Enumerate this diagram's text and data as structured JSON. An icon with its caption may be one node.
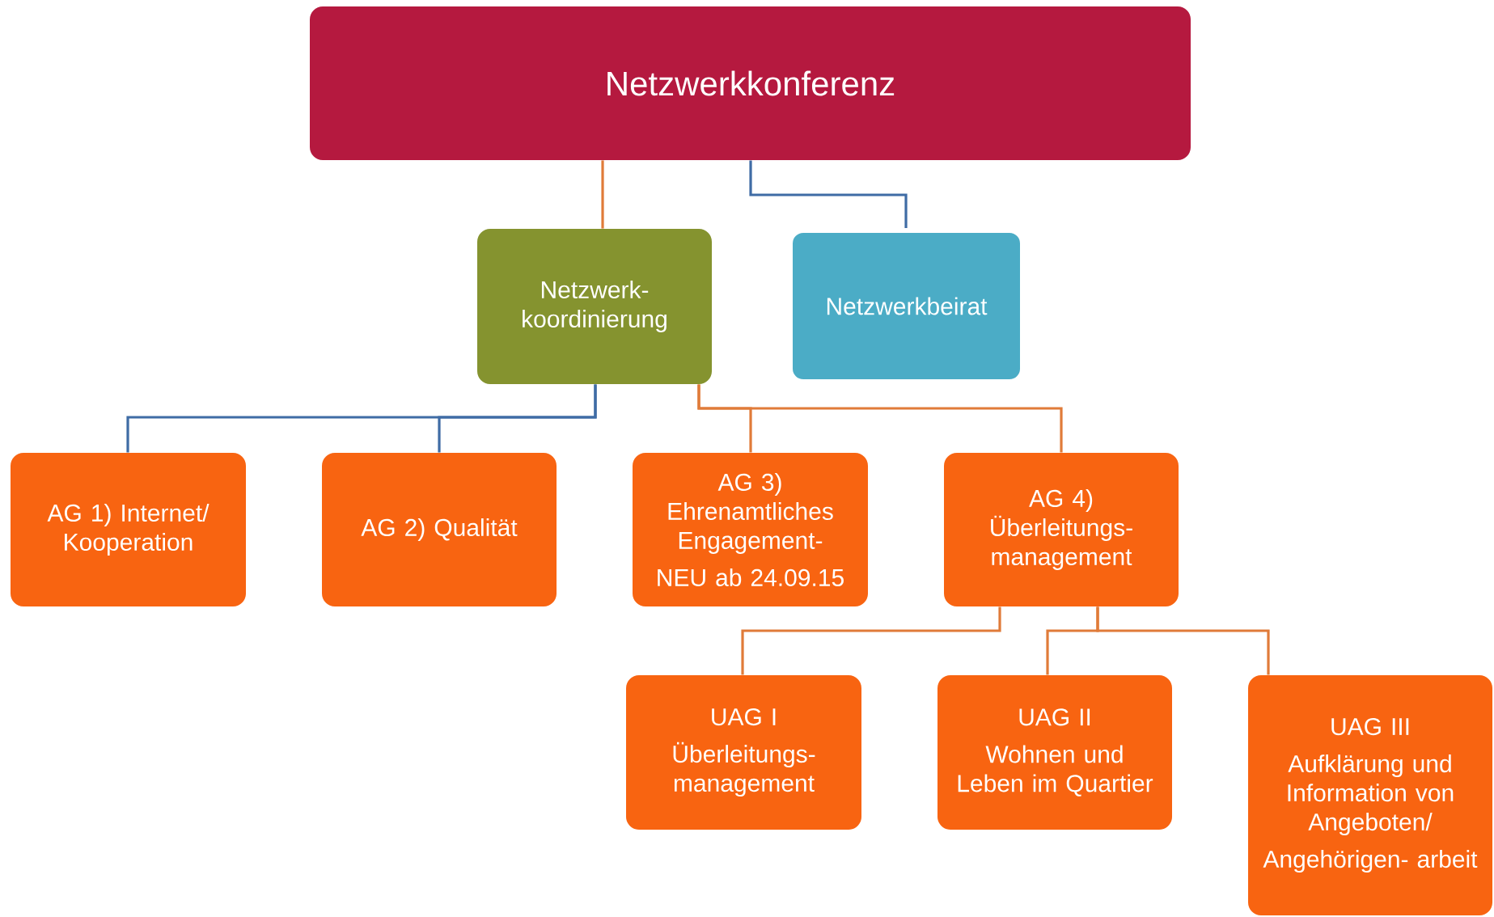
{
  "diagram": {
    "nodes": [
      {
        "text": [
          "Netzwerkkonferenz"
        ]
      },
      {
        "text": [
          "Netzwerk- koordinierung"
        ]
      },
      {
        "text": [
          "Netzwerkbeirat"
        ]
      },
      {
        "text": [
          "AG 1) Internet/ Kooperation"
        ]
      },
      {
        "text": [
          "AG 2) Qualität"
        ]
      },
      {
        "text": [
          "AG 3) Ehrenamtliches Engagement-",
          "NEU ab 24.09.15"
        ]
      },
      {
        "text": [
          "AG 4) Überleitungs- management"
        ]
      },
      {
        "text": [
          "UAG I",
          "Überleitungs- management"
        ]
      },
      {
        "text": [
          "UAG II",
          "Wohnen und Leben im Quartier"
        ]
      },
      {
        "text": [
          "UAG III",
          "Aufklärung und Information von Angeboten/",
          "Angehörigen- arbeit"
        ]
      }
    ],
    "edges": [
      {
        "from": 0,
        "to": 1,
        "arrow": "none"
      },
      {
        "from": 0,
        "to": 2,
        "arrow": "none",
        "color": "#3f6ca5"
      },
      {
        "from": 1,
        "to": 3,
        "arrow": "none",
        "color": "#3f6ca5"
      },
      {
        "from": 1,
        "to": 4,
        "arrow": "none",
        "color": "#3f6ca5"
      },
      {
        "from": 1,
        "to": 5,
        "arrow": "none"
      },
      {
        "from": 1,
        "to": 6,
        "arrow": "none"
      },
      {
        "from": 6,
        "to": 7,
        "arrow": "none"
      },
      {
        "from": 6,
        "to": 8,
        "arrow": "none"
      },
      {
        "from": 6,
        "to": 9,
        "arrow": "none"
      }
    ]
  }
}
